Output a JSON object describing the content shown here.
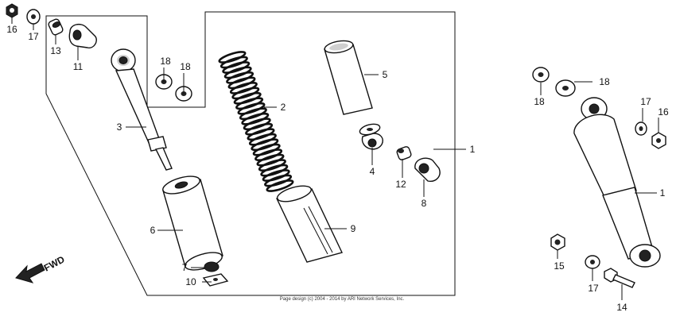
{
  "fwd_label": "FWD",
  "copyright": "Page design (c) 2004 - 2014 by ARI Network Services, Inc.",
  "callouts": {
    "c16a": "16",
    "c17a": "17",
    "c13": "13",
    "c11": "11",
    "c18a": "18",
    "c18b": "18",
    "c2": "2",
    "c3": "3",
    "c5": "5",
    "c1a": "1",
    "c4": "4",
    "c12": "12",
    "c8": "8",
    "c6": "6",
    "c9": "9",
    "c7": "7",
    "c10": "10",
    "c18c": "18",
    "c18d": "18",
    "c17b": "17",
    "c16b": "16",
    "c1b": "1",
    "c15": "15",
    "c17c": "17",
    "c14": "14"
  }
}
